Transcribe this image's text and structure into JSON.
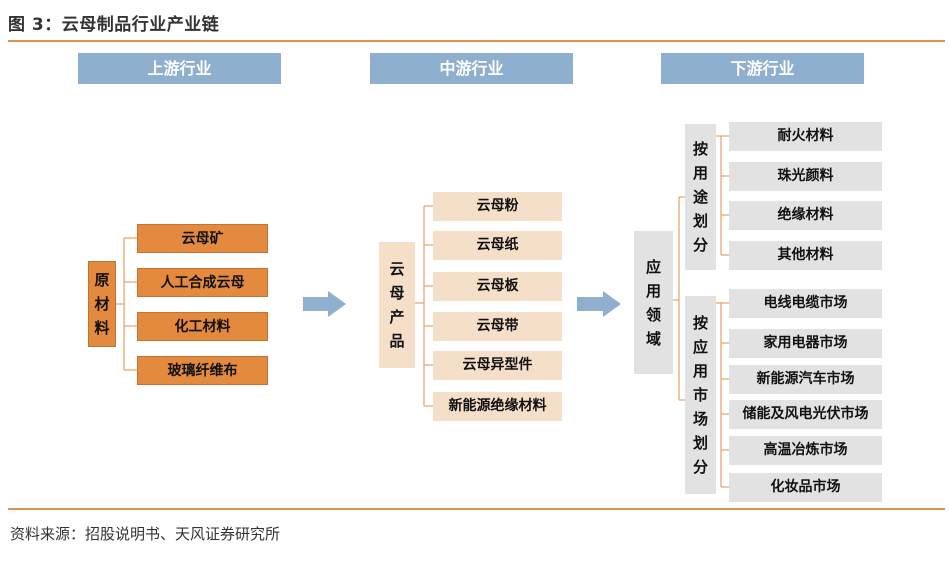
{
  "figure": {
    "title": "图 3：云母制品行业产业链",
    "source": "资料来源：招股说明书、天风证券研究所"
  },
  "headers": {
    "upstream": "上游行业",
    "midstream": "中游行业",
    "downstream": "下游行业"
  },
  "upstream": {
    "root": [
      "原",
      "材",
      "料"
    ],
    "items": [
      "云母矿",
      "人工合成云母",
      "化工材料",
      "玻璃纤维布"
    ]
  },
  "midstream": {
    "root": [
      "云",
      "母",
      "产",
      "品"
    ],
    "items": [
      "云母粉",
      "云母纸",
      "云母板",
      "云母带",
      "云母异型件",
      "新能源绝缘材料"
    ]
  },
  "downstream": {
    "root": [
      "应",
      "用",
      "领",
      "域"
    ],
    "by_use": {
      "label": [
        "按",
        "用",
        "途",
        "划",
        "分"
      ],
      "items": [
        "耐火材料",
        "珠光颜料",
        "绝缘材料",
        "其他材料"
      ]
    },
    "by_market": {
      "label": [
        "按",
        "应",
        "用",
        "市",
        "场",
        "划",
        "分"
      ],
      "items": [
        "电线电缆市场",
        "家用电器市场",
        "新能源汽车市场",
        "储能及风电光伏市场",
        "高温冶炼市场",
        "化妆品市场"
      ]
    }
  },
  "colors": {
    "accent_rule": "#e0914f",
    "header_blue": "#8fafcf",
    "upstream_orange": "#e48a3f",
    "midstream_beige": "#f5dfc9",
    "downstream_grey": "#e2e2e2",
    "arrow_blue": "#8fafcf",
    "connector": "#e9a870"
  }
}
